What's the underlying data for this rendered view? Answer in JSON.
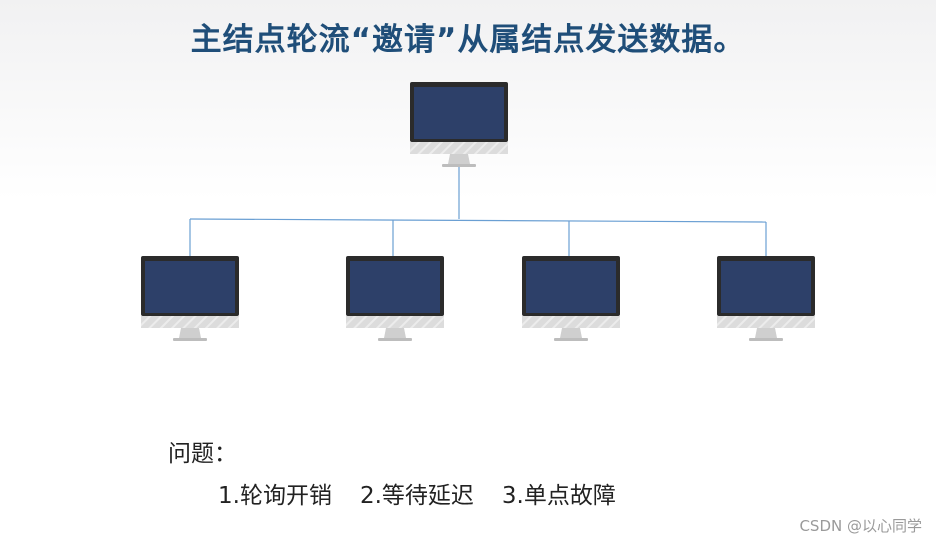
{
  "slide": {
    "title": "主结点轮流“邀请”从属结点发送数据。",
    "problems_heading": "问题：",
    "problems": [
      "1.轮询开销",
      "2.等待延迟",
      "3.单点故障"
    ]
  },
  "diagram": {
    "master_node_icon": "monitor-icon",
    "slave_node_icon": "monitor-icon",
    "slave_count": 4,
    "colors": {
      "screen": "#2d4069",
      "bezel": "#2b2b2b",
      "stand": "#d2d2d2",
      "link": "#6a9fd3"
    }
  },
  "watermark": "CSDN @以心同学"
}
